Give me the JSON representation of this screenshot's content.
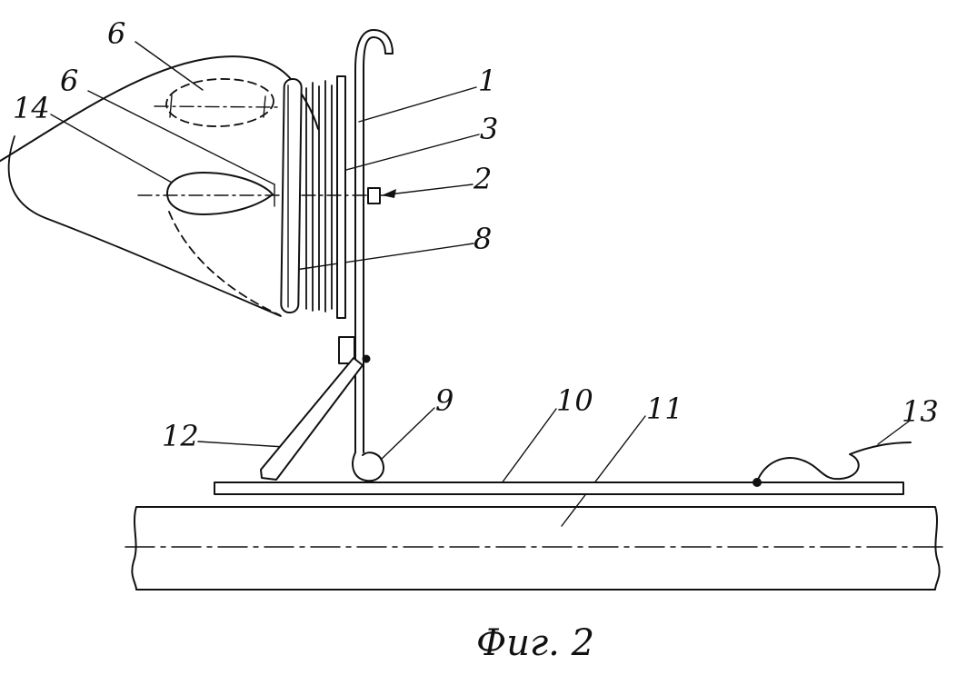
{
  "figure": {
    "caption": "Фиг. 2",
    "colors": {
      "ink": "#111111",
      "paper": "#ffffff"
    },
    "labels": {
      "upper_6": "6",
      "lower_6": "6",
      "l14": "14",
      "l1": "1",
      "l3": "3",
      "l2": "2",
      "l8": "8",
      "l12": "12",
      "l9": "9",
      "l10": "10",
      "l11": "11",
      "l13": "13"
    }
  }
}
